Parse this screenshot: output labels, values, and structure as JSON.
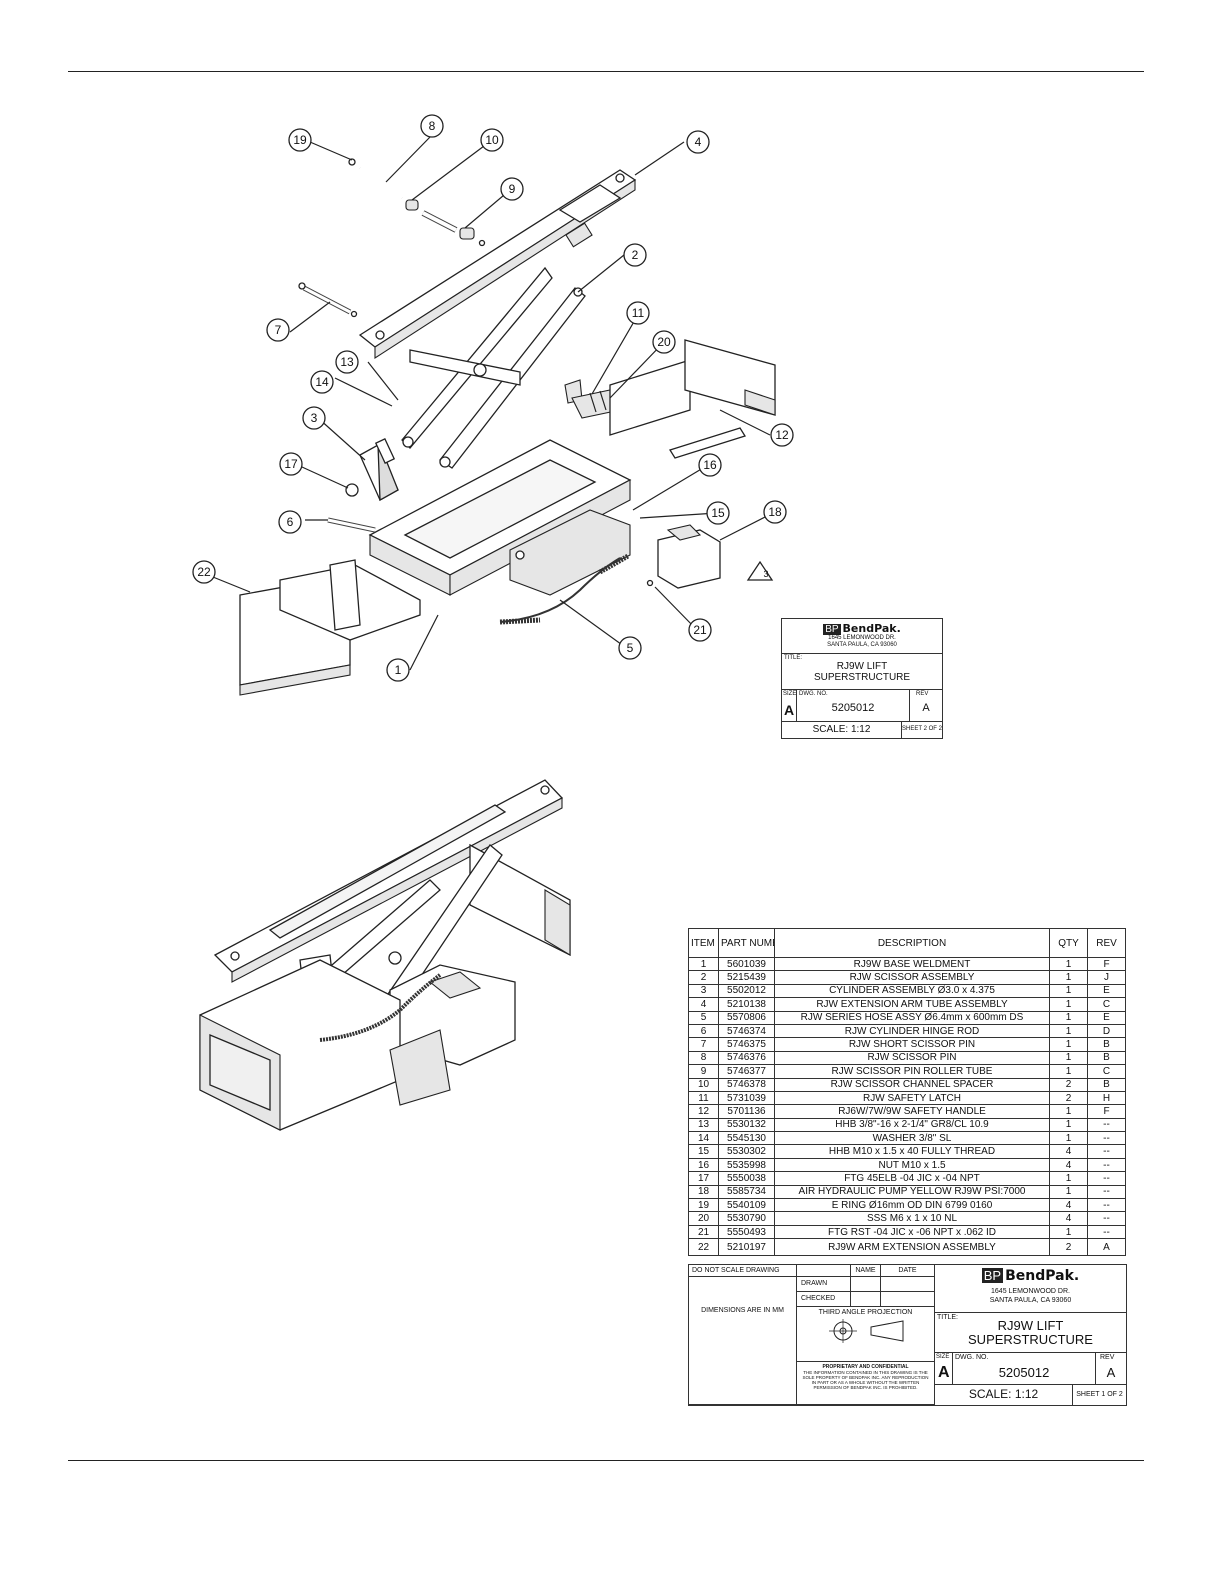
{
  "bubbles": [
    {
      "id": "b19",
      "label": "19"
    },
    {
      "id": "b8",
      "label": "8"
    },
    {
      "id": "b10",
      "label": "10"
    },
    {
      "id": "b4",
      "label": "4"
    },
    {
      "id": "b9",
      "label": "9"
    },
    {
      "id": "b2",
      "label": "2"
    },
    {
      "id": "b7",
      "label": "7"
    },
    {
      "id": "b11",
      "label": "11"
    },
    {
      "id": "b20",
      "label": "20"
    },
    {
      "id": "b13",
      "label": "13"
    },
    {
      "id": "b14",
      "label": "14"
    },
    {
      "id": "b3",
      "label": "3"
    },
    {
      "id": "b12",
      "label": "12"
    },
    {
      "id": "b17",
      "label": "17"
    },
    {
      "id": "b16",
      "label": "16"
    },
    {
      "id": "b15",
      "label": "15"
    },
    {
      "id": "b18",
      "label": "18"
    },
    {
      "id": "b6",
      "label": "6"
    },
    {
      "id": "b22",
      "label": "22"
    },
    {
      "id": "b21",
      "label": "21"
    },
    {
      "id": "b5",
      "label": "5"
    },
    {
      "id": "b1",
      "label": "1"
    }
  ],
  "note_triangle": "3",
  "title_block_small": {
    "brand_prefix": "BP",
    "brand": "BendPak.",
    "address_line1": "1645 LEMONWOOD DR.",
    "address_line2": "SANTA PAULA, CA 93060",
    "title_label": "TITLE:",
    "title_line1": "RJ9W LIFT",
    "title_line2": "SUPERSTRUCTURE",
    "size_label": "SIZE",
    "size": "A",
    "dwg_label": "DWG. NO.",
    "dwg_no": "5205012",
    "rev_label": "REV",
    "rev": "A",
    "scale": "SCALE: 1:12",
    "sheet": "SHEET 2 OF 2"
  },
  "bom": {
    "headers": {
      "item": "ITEM NO",
      "part": "PART NUMBER",
      "desc": "DESCRIPTION",
      "qty": "QTY",
      "rev": "REV"
    },
    "rows": [
      [
        "1",
        "5601039",
        "RJ9W BASE WELDMENT",
        "1",
        "F"
      ],
      [
        "2",
        "5215439",
        "RJW SCISSOR ASSEMBLY",
        "1",
        "J"
      ],
      [
        "3",
        "5502012",
        "CYLINDER ASSEMBLY Ø3.0 x 4.375",
        "1",
        "E"
      ],
      [
        "4",
        "5210138",
        "RJW EXTENSION ARM TUBE ASSEMBLY",
        "1",
        "C"
      ],
      [
        "5",
        "5570806",
        "RJW SERIES HOSE ASSY Ø6.4mm x 600mm DS",
        "1",
        "E"
      ],
      [
        "6",
        "5746374",
        "RJW CYLINDER HINGE ROD",
        "1",
        "D"
      ],
      [
        "7",
        "5746375",
        "RJW SHORT SCISSOR PIN",
        "1",
        "B"
      ],
      [
        "8",
        "5746376",
        "RJW SCISSOR PIN",
        "1",
        "B"
      ],
      [
        "9",
        "5746377",
        "RJW SCISSOR PIN ROLLER TUBE",
        "1",
        "C"
      ],
      [
        "10",
        "5746378",
        "RJW SCISSOR CHANNEL SPACER",
        "2",
        "B"
      ],
      [
        "11",
        "5731039",
        "RJW SAFETY LATCH",
        "2",
        "H"
      ],
      [
        "12",
        "5701136",
        "RJ6W/7W/9W SAFETY HANDLE",
        "1",
        "F"
      ],
      [
        "13",
        "5530132",
        "HHB 3/8\"-16 x 2-1/4\" GR8/CL 10.9",
        "1",
        "--"
      ],
      [
        "14",
        "5545130",
        "WASHER 3/8\" SL",
        "1",
        "--"
      ],
      [
        "15",
        "5530302",
        "HHB M10 x 1.5 x 40 FULLY THREAD",
        "4",
        "--"
      ],
      [
        "16",
        "5535998",
        "NUT M10 x 1.5",
        "4",
        "--"
      ],
      [
        "17",
        "5550038",
        "FTG 45ELB -04 JIC x -04 NPT",
        "1",
        "--"
      ],
      [
        "18",
        "5585734",
        "AIR HYDRAULIC PUMP YELLOW RJ9W PSI:7000",
        "1",
        "--"
      ],
      [
        "19",
        "5540109",
        "E RING Ø16mm OD DIN 6799 0160",
        "4",
        "--"
      ],
      [
        "20",
        "5530790",
        "SSS M6 x 1 x 10 NL",
        "4",
        "--"
      ],
      [
        "21",
        "5550493",
        "FTG RST -04 JIC x -06 NPT x .062 ID",
        "1",
        "--"
      ],
      [
        "22",
        "5210197",
        "RJ9W ARM EXTENSION ASSEMBLY",
        "2",
        "A"
      ]
    ]
  },
  "title_block_large": {
    "do_not_scale": "DO NOT SCALE DRAWING",
    "name_label": "NAME",
    "date_label": "DATE",
    "drawn_label": "DRAWN",
    "checked_label": "CHECKED",
    "dimensions": "DIMENSIONS ARE IN MM",
    "projection": "THIRD ANGLE PROJECTION",
    "proprietary_title": "PROPRIETARY AND CONFIDENTIAL",
    "proprietary_text": "THE INFORMATION CONTAINED IN THIS DRAWING IS THE SOLE PROPERTY OF BENDPAK INC. ANY REPRODUCTION IN PART OR AS A WHOLE WITHOUT THE WRITTEN PERMISSION OF BENDPAK INC. IS PROHIBITED.",
    "brand_prefix": "BP",
    "brand": "BendPak.",
    "address_line1": "1645 LEMONWOOD DR.",
    "address_line2": "SANTA PAULA, CA 93060",
    "title_label": "TITLE:",
    "title_line1": "RJ9W LIFT",
    "title_line2": "SUPERSTRUCTURE",
    "size_label": "SIZE",
    "size": "A",
    "dwg_label": "DWG. NO.",
    "dwg_no": "5205012",
    "rev_label": "REV",
    "rev": "A",
    "scale": "SCALE: 1:12",
    "sheet": "SHEET 1 OF 2"
  }
}
